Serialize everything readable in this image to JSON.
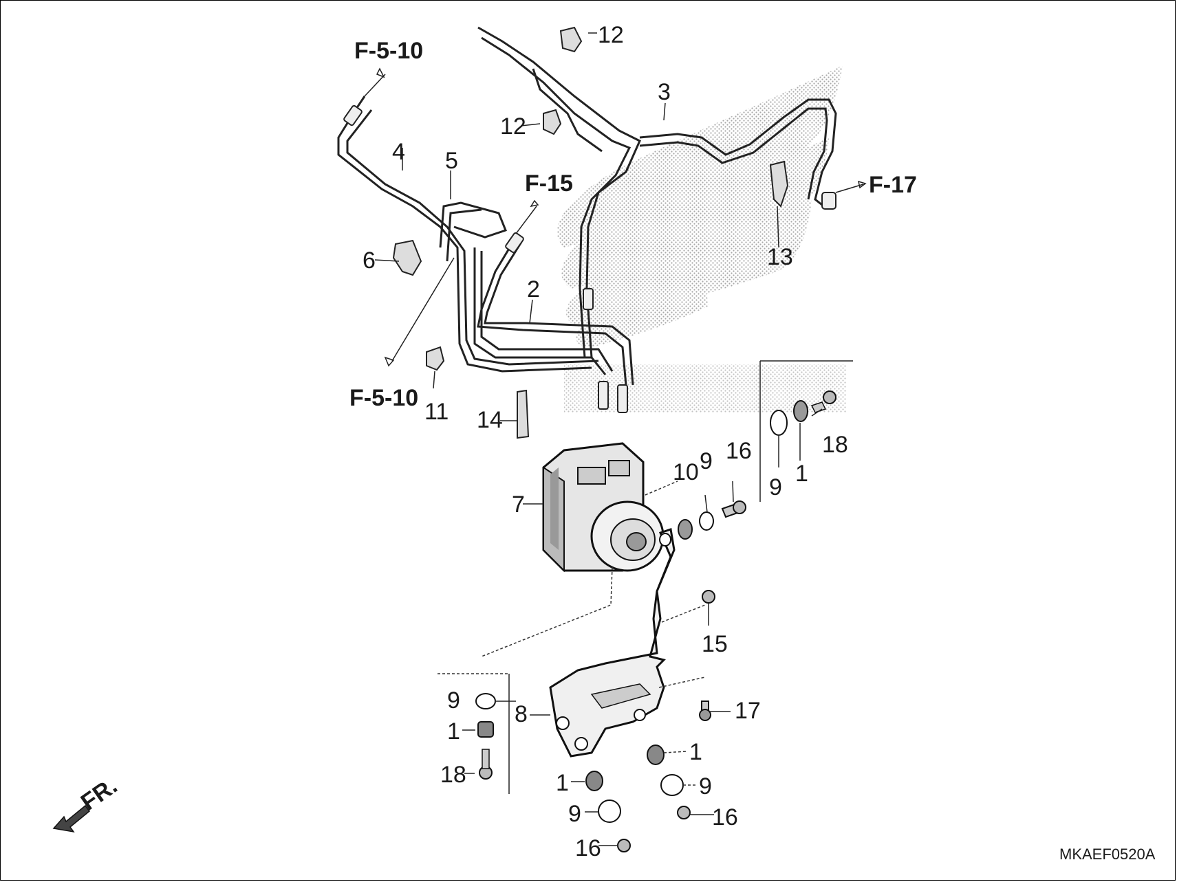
{
  "diagram": {
    "diagram_code": "MKAEF0520A",
    "front_indicator": "FR.",
    "references": [
      "F-5-10",
      "F-5-10",
      "F-15",
      "F-17"
    ],
    "callouts": [
      {
        "id": "c1",
        "text": "1"
      },
      {
        "id": "c2",
        "text": "2"
      },
      {
        "id": "c3",
        "text": "3"
      },
      {
        "id": "c4",
        "text": "4"
      },
      {
        "id": "c5",
        "text": "5"
      },
      {
        "id": "c6",
        "text": "6"
      },
      {
        "id": "c7",
        "text": "7"
      },
      {
        "id": "c8",
        "text": "8"
      },
      {
        "id": "c9",
        "text": "9"
      },
      {
        "id": "c10",
        "text": "10"
      },
      {
        "id": "c11",
        "text": "11"
      },
      {
        "id": "c12",
        "text": "12"
      },
      {
        "id": "c13",
        "text": "13"
      },
      {
        "id": "c14",
        "text": "14"
      },
      {
        "id": "c15",
        "text": "15"
      },
      {
        "id": "c16",
        "text": "16"
      },
      {
        "id": "c17",
        "text": "17"
      },
      {
        "id": "c18",
        "text": "18"
      }
    ]
  }
}
